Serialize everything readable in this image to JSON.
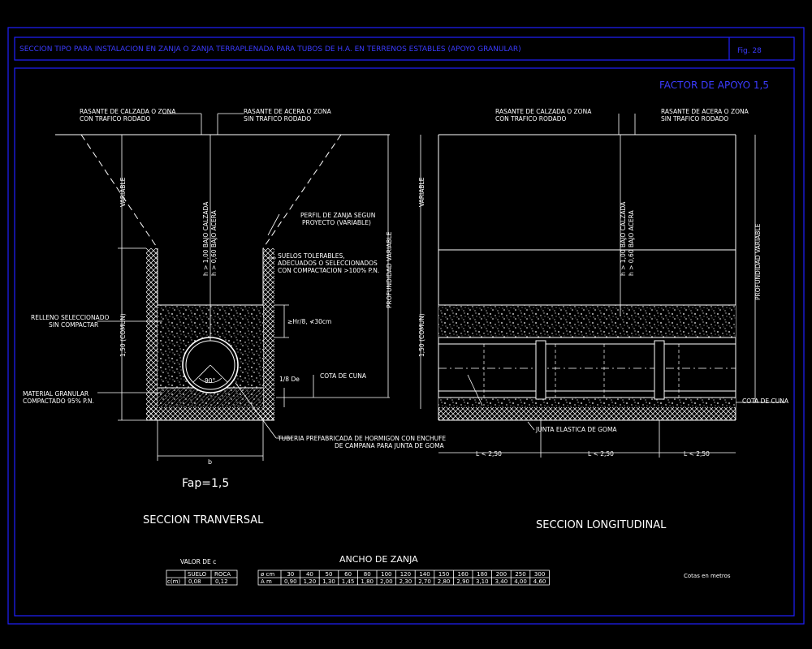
{
  "header": {
    "title": "SECCION TIPO PARA INSTALACION EN ZANJA O ZANJA TERRAPLENADA PARA TUBOS DE H.A. EN TERRENOS ESTABLES (APOYO GRANULAR)",
    "fig": "Fig. 28"
  },
  "factor_apoyo": "FACTOR DE APOYO 1,5",
  "transversal": {
    "rasante_calzada_1": "RASANTE DE CALZADA O ZONA",
    "rasante_calzada_2": "CON TRAFICO RODADO",
    "rasante_acera_1": "RASANTE DE ACERA O ZONA",
    "rasante_acera_2": "SIN TRAFICO RODADO",
    "variable": "VARIABLE",
    "h_calzada": "h > 1,00 BAJO CALZADA",
    "h_acera": "h > 0,60 BAJO ACERA",
    "perfil_1": "PERFIL DE ZANJA SEGUN",
    "perfil_2": "PROYECTO (VARIABLE)",
    "suelos_1": "SUELOS TOLERABLES,",
    "suelos_2": "ADECUADOS O SELECCIONADOS",
    "suelos_3": "CON COMPACTACION >100% P.N.",
    "profundidad": "PROFUNDIDAD VARIABLE",
    "relleno_1": "RELLENO SELECCIONADO",
    "relleno_2": "SIN COMPACTAR",
    "hr": "≥Hr/8, ≮30cm",
    "comun": "1,50 (COMUN)",
    "angle": "90°",
    "octavo": "1/8 De",
    "cota_cuna": "COTA DE CUNA",
    "material_1": "MATERIAL GRANULAR",
    "material_2": "COMPACTADO 95% P.N.",
    "tuberia_1": "TUBERIA PREFABRICADA DE HORMIGON CON ENCHUFE",
    "tuberia_2": "DE CAMPANA PARA JUNTA DE GOMA",
    "b": "b",
    "fap": "Fap=1,5",
    "seccion": "SECCION TRANVERSAL"
  },
  "longitudinal": {
    "rasante_calzada_1": "RASANTE DE CALZADA O ZONA",
    "rasante_calzada_2": "CON TRAFICO RODADO",
    "rasante_acera_1": "RASANTE DE ACERA O ZONA",
    "rasante_acera_2": "SIN TRAFICO RODADO",
    "variable": "VARIABLE",
    "h_calzada": "h > 1,00 BAJO CALZADA",
    "h_acera": "h > 0,60 BAJO ACERA",
    "profundidad": "PROFUNDIDAD VARIABLE",
    "comun": "1,50 (COMUN)",
    "cota_cuna": "COTA DE CUNA",
    "junta": "JUNTA ELASTICA DE GOMA",
    "l1": "L < 2,50",
    "l2": "L < 2,50",
    "l3": "L < 2,50",
    "seccion": "SECCION LONGITUDINAL"
  },
  "valor_c": {
    "title": "VALOR DE c",
    "headers": [
      "",
      "SUELO",
      "ROCA"
    ],
    "row_label": "c(m)",
    "values": [
      "0,08",
      "0,12"
    ]
  },
  "ancho": {
    "title": "ANCHO DE ZANJA",
    "row1_label": "ø cm",
    "row2_label": "A m",
    "diam": [
      "30",
      "40",
      "50",
      "60",
      "80",
      "100",
      "120",
      "140",
      "150",
      "160",
      "180",
      "200",
      "250",
      "300"
    ],
    "width": [
      "0,90",
      "1,20",
      "1,30",
      "1,45",
      "1,80",
      "2,00",
      "2,30",
      "2,70",
      "2,80",
      "2,90",
      "3,10",
      "3,40",
      "4,00",
      "4,60"
    ]
  },
  "cotas": "Cotas en metros",
  "colors": {
    "border": "#2020ff",
    "title_text": "#3a3aff",
    "drawing": "#ffffff",
    "fill": "#c8c8c8"
  }
}
